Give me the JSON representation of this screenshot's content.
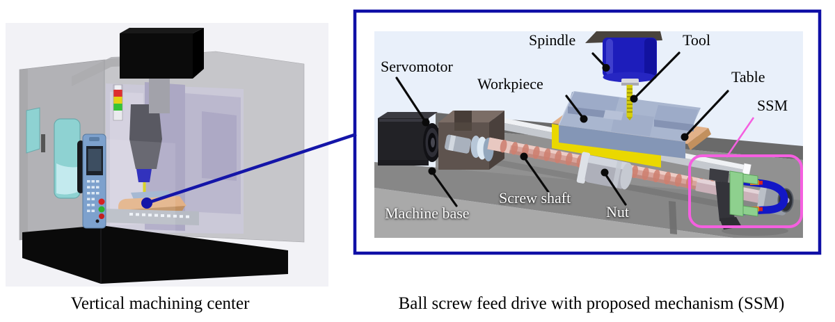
{
  "figure": {
    "left_panel": {
      "caption": "Vertical machining center"
    },
    "right_panel": {
      "caption": "Ball screw feed drive with proposed mechanism (SSM)",
      "labels": {
        "servomotor": "Servomotor",
        "spindle": "Spindle",
        "tool": "Tool",
        "workpiece": "Workpiece",
        "table": "Table",
        "ssm": "SSM",
        "screw_shaft": "Screw shaft",
        "nut": "Nut",
        "machine_base": "Machine base"
      }
    },
    "colors": {
      "callout_border": "#0f0fa6",
      "connector_line": "#1415a8",
      "ssm_highlight": "#f55fe0",
      "diagram_background": "#e9f0fa",
      "label_light": "#ffffff",
      "label_dark": "#000000"
    }
  }
}
